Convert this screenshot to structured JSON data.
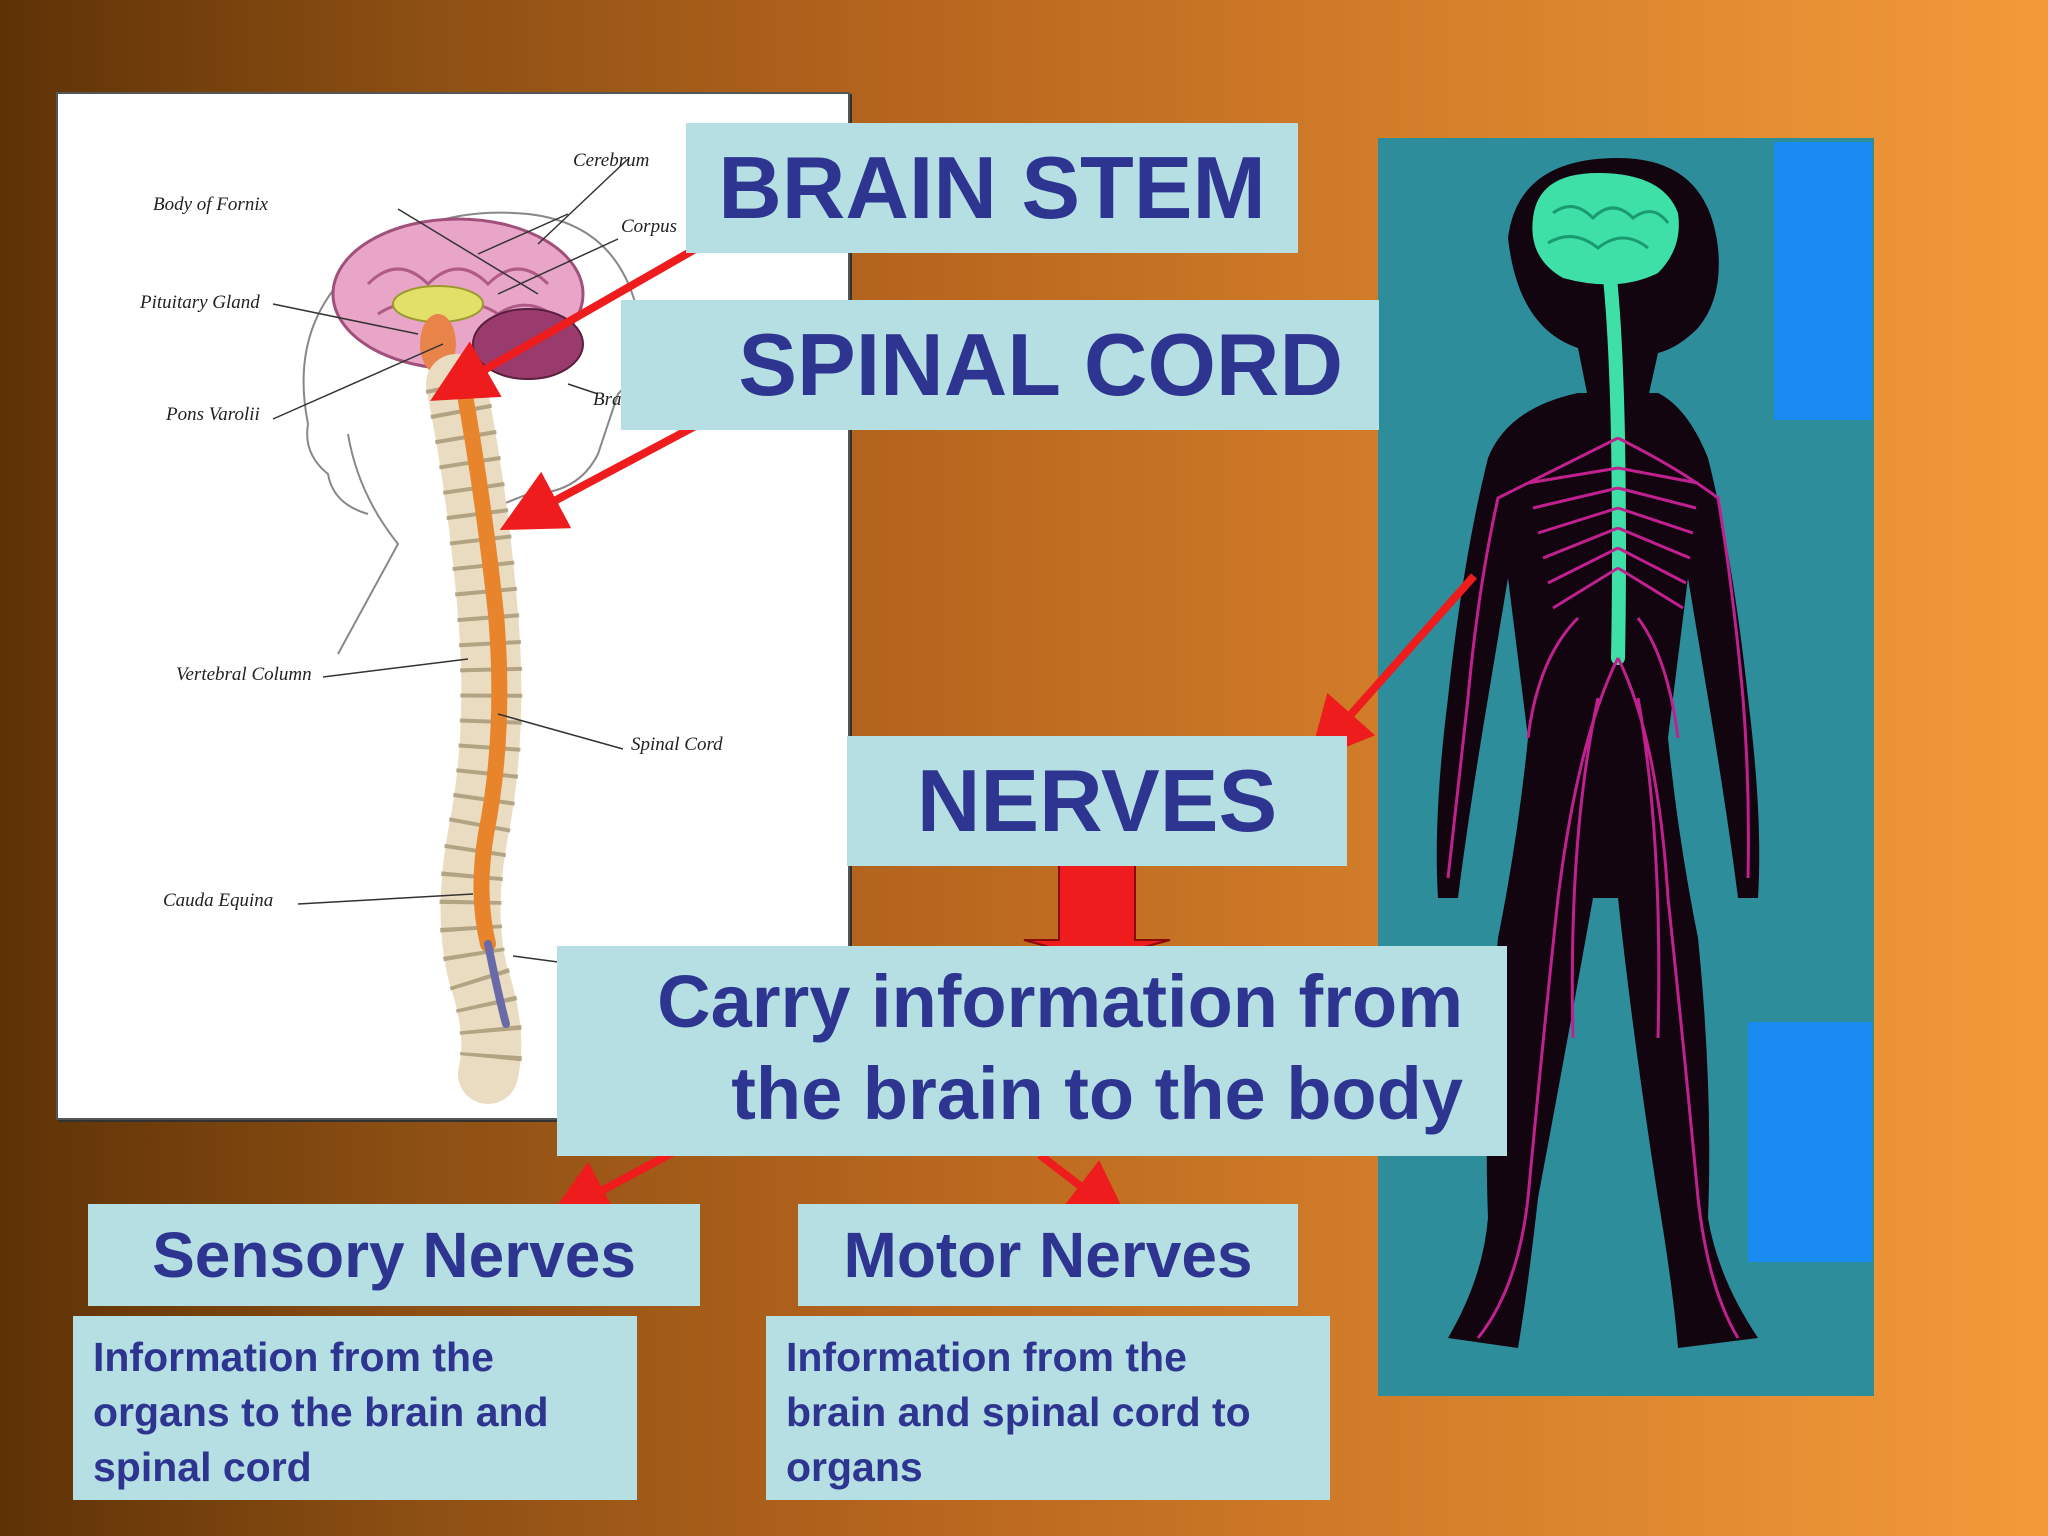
{
  "slide": {
    "title_boxes": {
      "brain_stem": "BRAIN STEM",
      "spinal_cord": "SPINAL CORD",
      "nerves": "NERVES"
    },
    "carry_info": {
      "line1": "Carry information from",
      "line2": "the brain to the body"
    },
    "sensory": {
      "title": "Sensory Nerves",
      "desc_lines": [
        "Information from the",
        "organs to the brain and",
        "spinal cord"
      ]
    },
    "motor": {
      "title": "Motor Nerves",
      "desc_lines": [
        "Information from the",
        "brain and spinal cord to",
        "organs"
      ]
    }
  },
  "anatomy_labels": {
    "cerebrum": "Cerebrum",
    "body_of_fornix": "Body of Fornix",
    "corpus": "Corpus",
    "pituitary_gland": "Pituitary Gland",
    "pons_varolii": "Pons Varolii",
    "bra": "Bra",
    "vertebral_column": "Vertebral Column",
    "spinal_cord": "Spinal Cord",
    "cauda_equina": "Cauda Equina"
  },
  "colors": {
    "box_bg": "#b6dfe3",
    "box_text": "#2e3591",
    "arrow": "#ee1c1c",
    "figure_bg": "#2e8d9a",
    "brain_green": "#3fe0a8",
    "nerve_pink": "#c0218f",
    "blue_rect": "#1a8bf0"
  }
}
